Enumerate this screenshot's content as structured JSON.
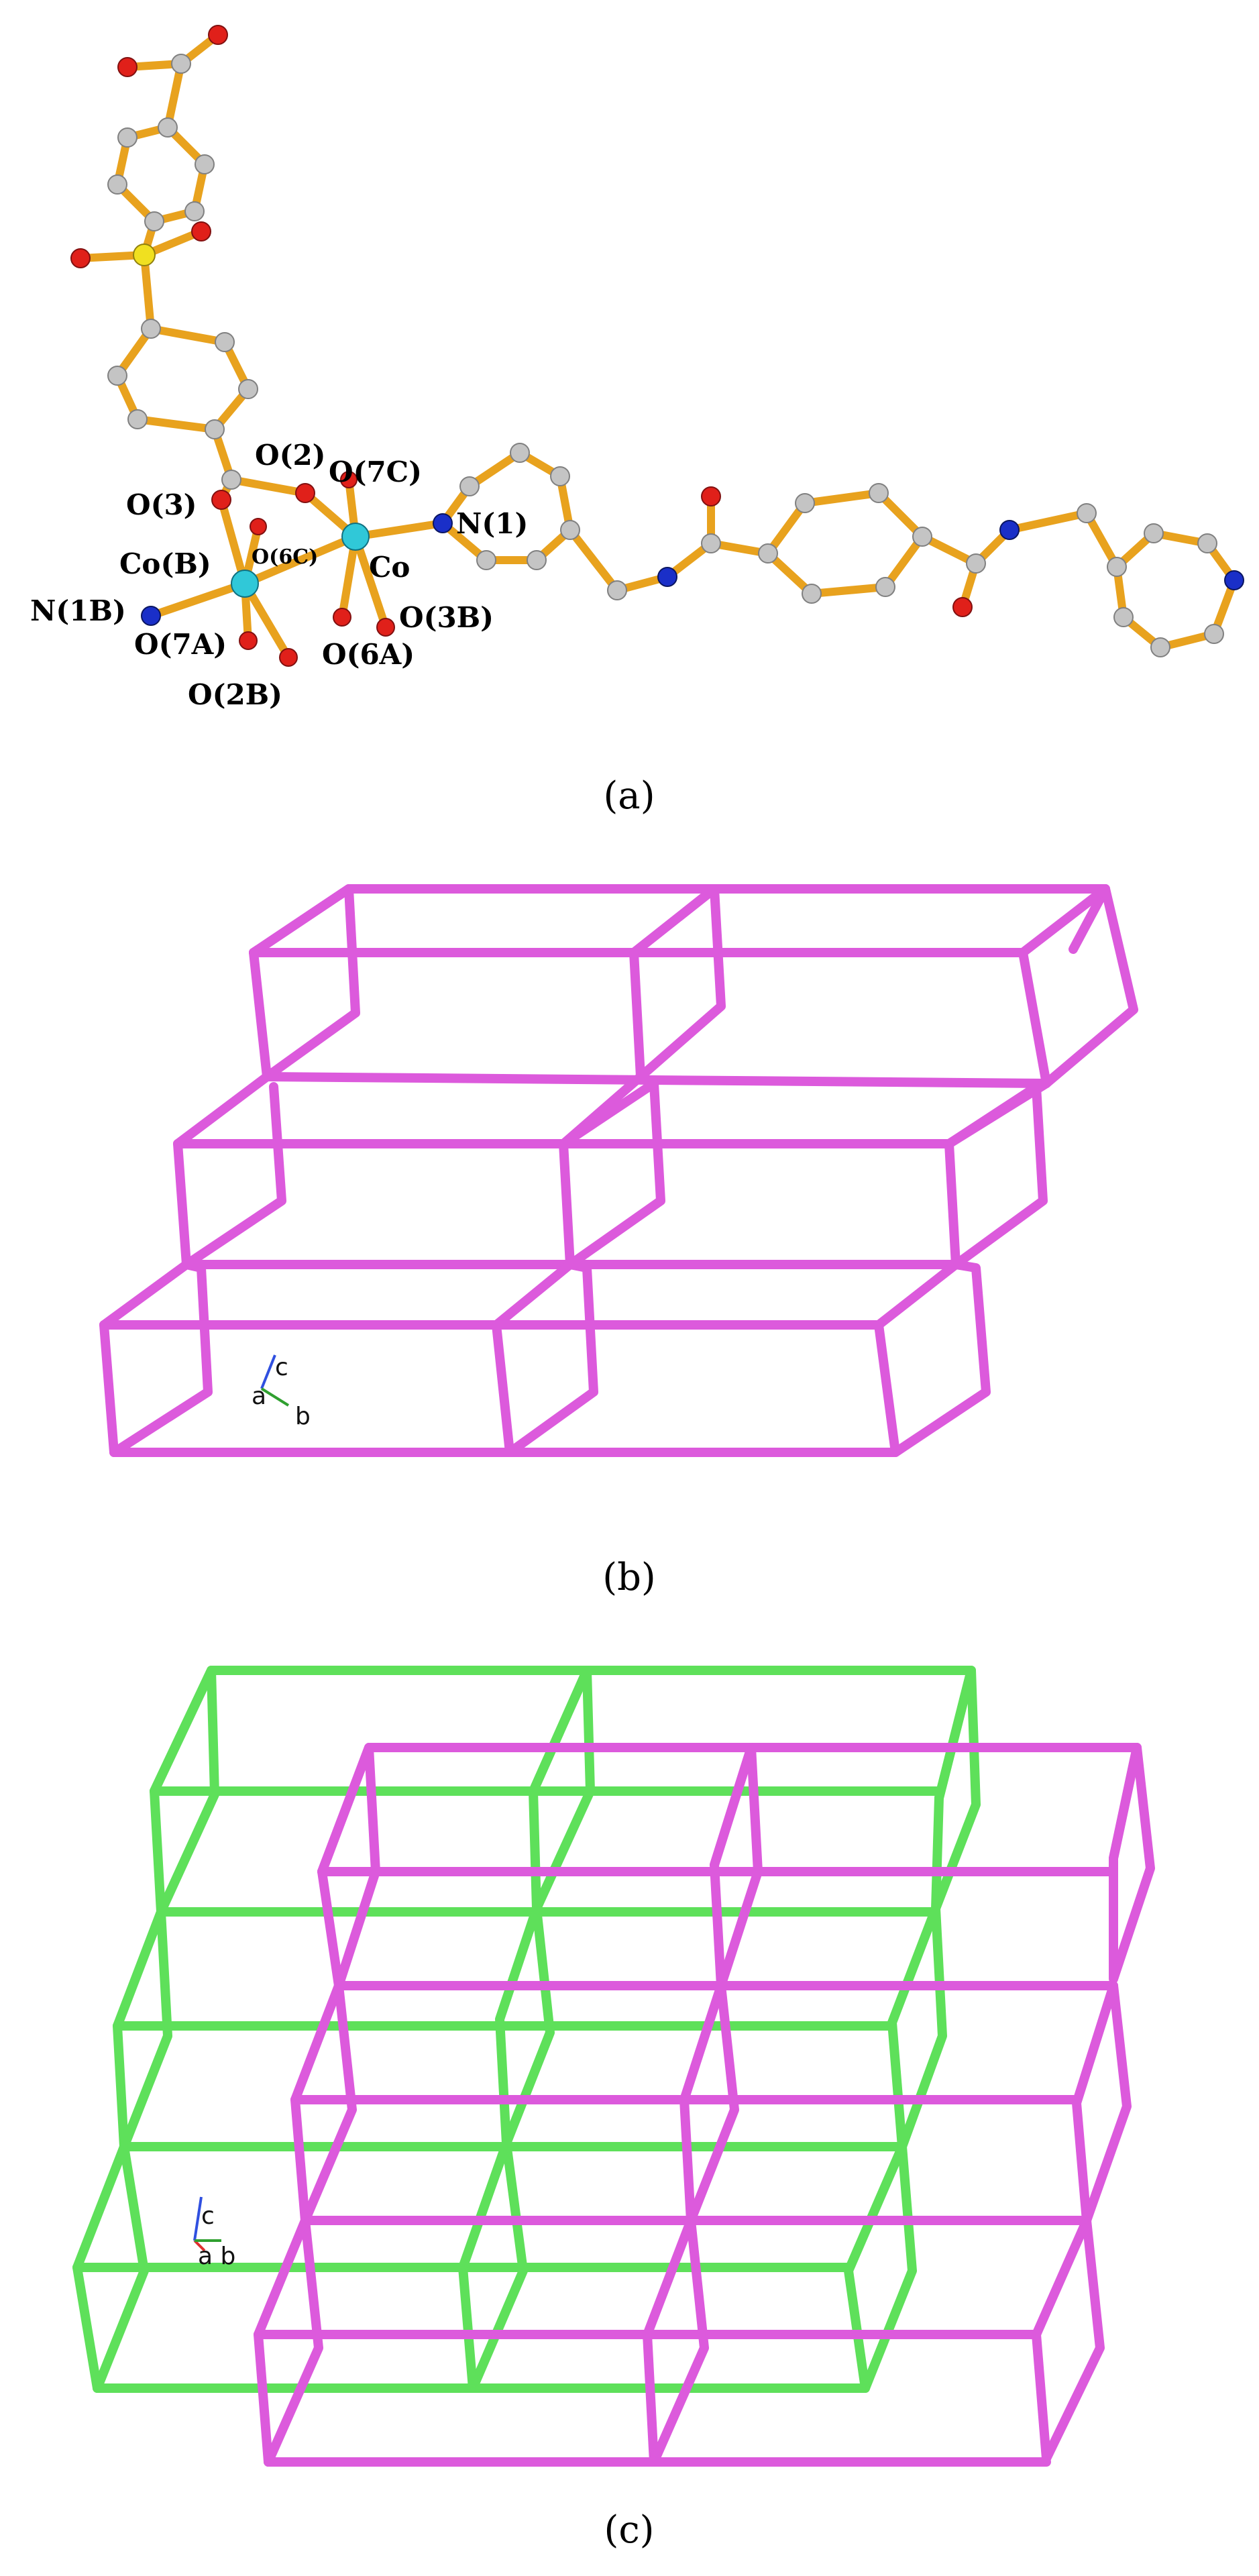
{
  "figure": {
    "panel_labels": [
      "(a)",
      "(b)",
      "(c)"
    ],
    "atom_labels": {
      "o2": "O(2)",
      "o7c": "O(7C)",
      "o3": "O(3)",
      "n1": "N(1)",
      "cob": "Co(B)",
      "o6c": "O(6C)",
      "co": "Co",
      "n1b": "N(1B)",
      "o3b": "O(3B)",
      "o7a": "O(7A)",
      "o6a": "O(6A)",
      "o2b": "O(2B)"
    },
    "axes_b": {
      "c": "c",
      "a": "a",
      "b": "b"
    },
    "axes_c": {
      "c": "c",
      "ab": "a b"
    }
  },
  "colors": {
    "bond": "#e8a21e",
    "carbon": "#c4c4c4",
    "oxygen": "#e0201a",
    "nitrogen": "#1a2fc8",
    "sulfur": "#f0e020",
    "cobalt": "#30c8d8",
    "net_magenta": "#dc5adc",
    "net_green": "#5ee05a",
    "axis_c": "#3050e0",
    "axis_a": "#e03030",
    "axis_b": "#30a030"
  }
}
